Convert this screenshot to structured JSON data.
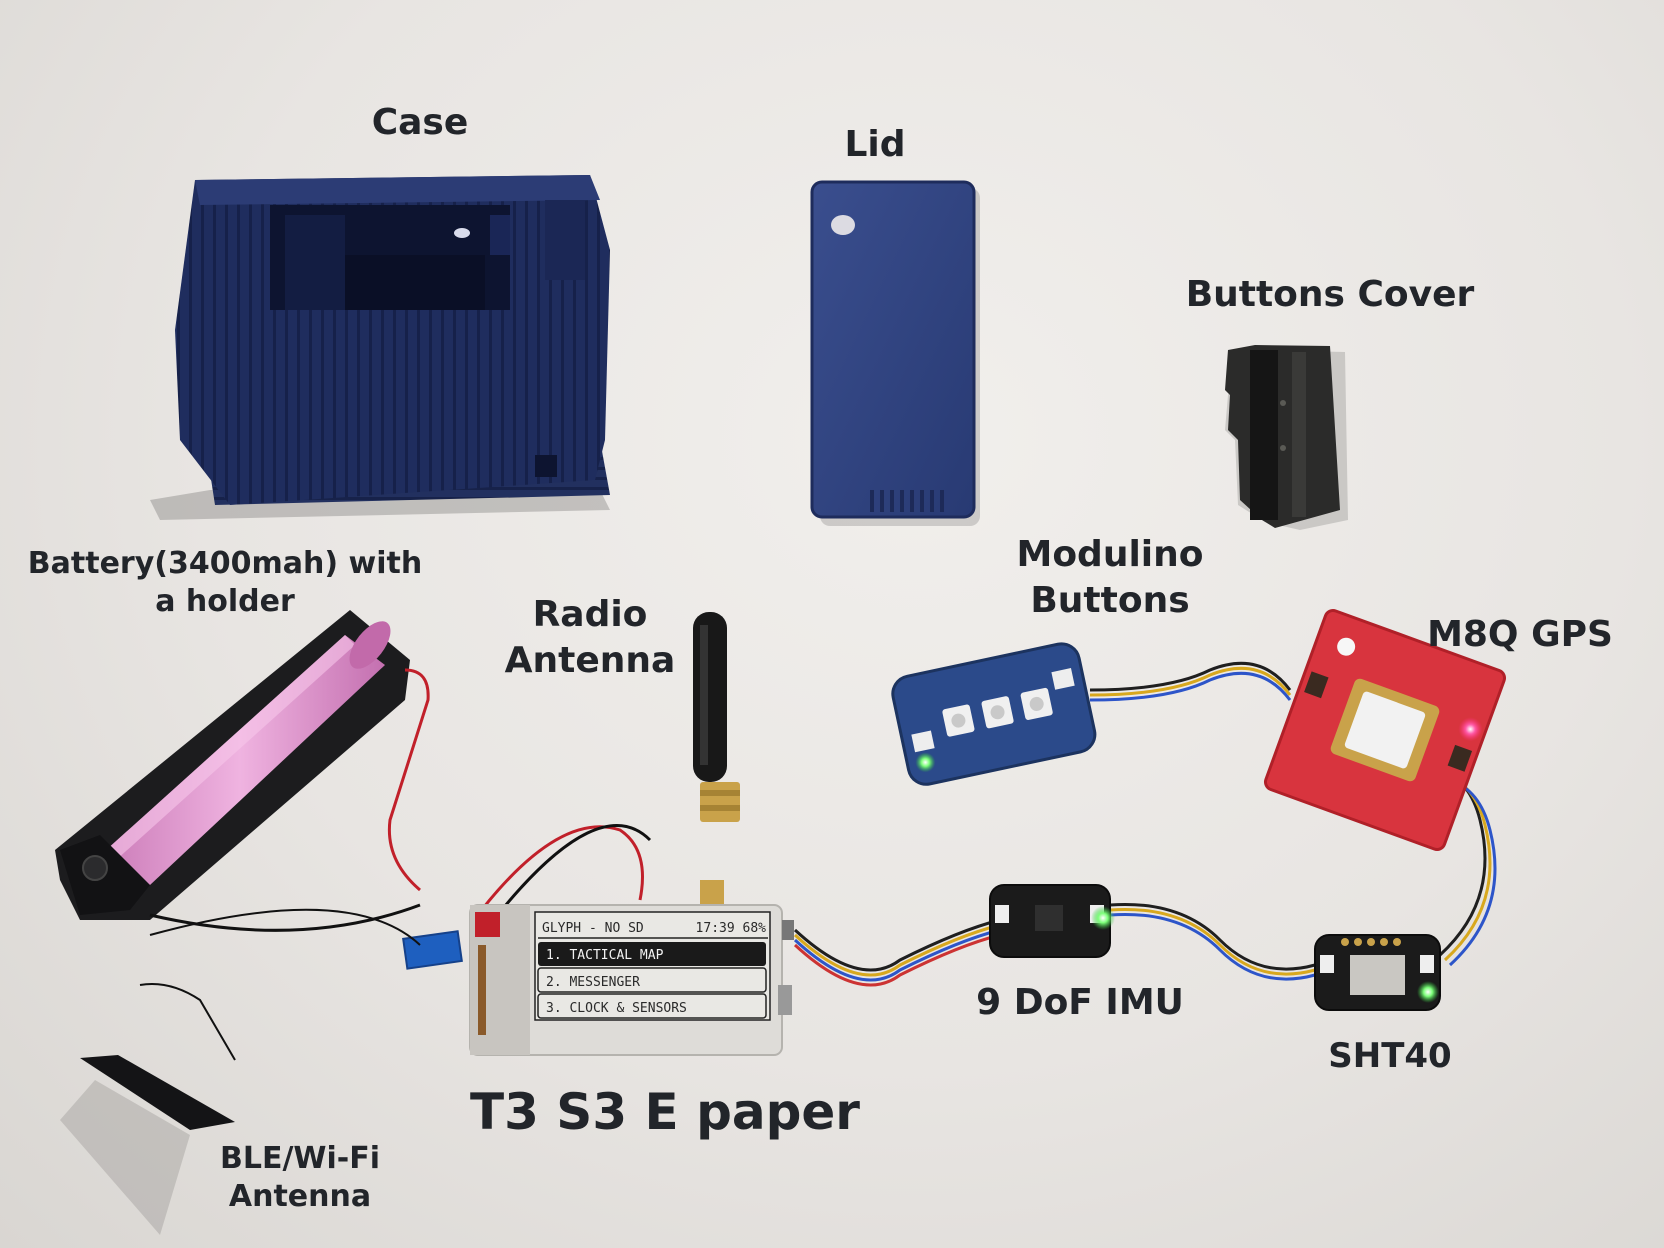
{
  "labels": {
    "case": "Case",
    "lid": "Lid",
    "buttons_cover": "Buttons Cover",
    "battery_line1": "Battery(3400mah) with",
    "battery_line2": "a holder",
    "radio_antenna_line1": "Radio",
    "radio_antenna_line2": "Antenna",
    "modulino_line1": "Modulino",
    "modulino_line2": "Buttons",
    "m8q_gps": "M8Q GPS",
    "imu": "9 DoF IMU",
    "sht40": "SHT40",
    "t3s3": "T3 S3 E paper",
    "ble_line1": "BLE/Wi-Fi",
    "ble_line2": "Antenna"
  },
  "epaper_screen": {
    "header_title": "GLYPH - NO SD",
    "header_status": "17:39  68%",
    "menu": [
      "1. TACTICAL MAP",
      "2. MESSENGER",
      "3. CLOCK & SENSORS"
    ],
    "selected_index": 0
  },
  "colors": {
    "case_blue": "#1f2d5e",
    "pcb_blue": "#2b4a8a",
    "pcb_red": "#d8343e",
    "battery_pink": "#e8a2d6",
    "holder_black": "#1c1c1e",
    "background": "#e9e7e4"
  }
}
